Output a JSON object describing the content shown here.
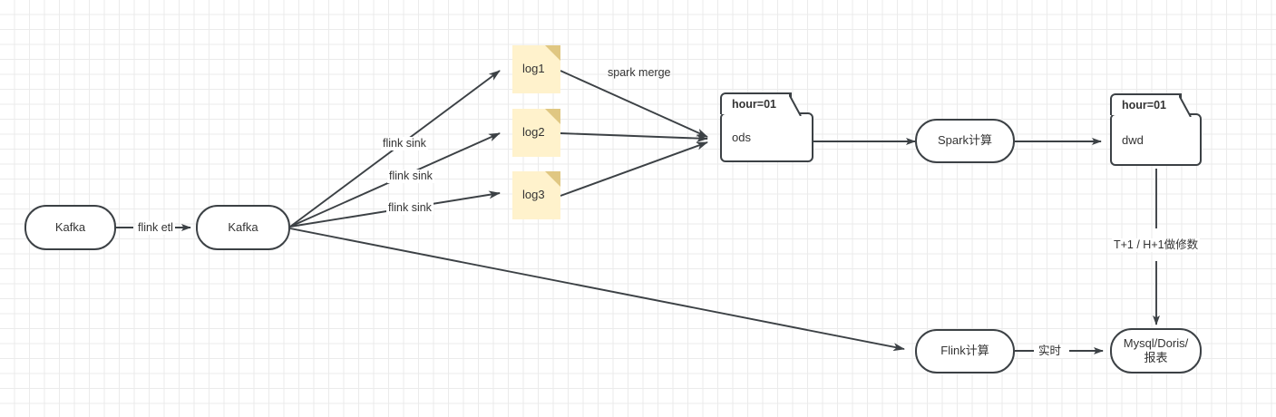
{
  "diagram": {
    "title": "Kafka to Spark/Flink data pipeline",
    "background": "#ffffff",
    "grid_minor_color": "#ebebeb",
    "grid_major_color": "#e2e2e2",
    "stroke_color": "#3c4145",
    "note_fill": "#fff2cc",
    "note_fold": "#e0c782",
    "text_color": "#333333"
  },
  "nodes": {
    "kafka_source": {
      "label": "Kafka",
      "shape": "rounded-rect"
    },
    "kafka_stage": {
      "label": "Kafka",
      "shape": "rounded-rect"
    },
    "log1": {
      "label": "log1",
      "shape": "note"
    },
    "log2": {
      "label": "log2",
      "shape": "note"
    },
    "log3": {
      "label": "log3",
      "shape": "note"
    },
    "ods": {
      "tab": "hour=01",
      "label": "ods",
      "shape": "folder"
    },
    "spark_compute": {
      "label": "Spark计算",
      "shape": "rounded-rect"
    },
    "dwd": {
      "tab": "hour=01",
      "label": "dwd",
      "shape": "folder"
    },
    "flink_compute": {
      "label": "Flink计算",
      "shape": "rounded-rect"
    },
    "sink_store": {
      "label_line1": "Mysql/Doris/",
      "label_line2": "报表",
      "shape": "rounded-rect"
    }
  },
  "edge_labels": {
    "flink_etl": "flink etl",
    "flink_sink_1": "flink sink",
    "flink_sink_2": "flink sink",
    "flink_sink_3": "flink sink",
    "spark_merge": "spark merge",
    "realtime": "实时",
    "repair": "T+1 / H+1做修数"
  }
}
